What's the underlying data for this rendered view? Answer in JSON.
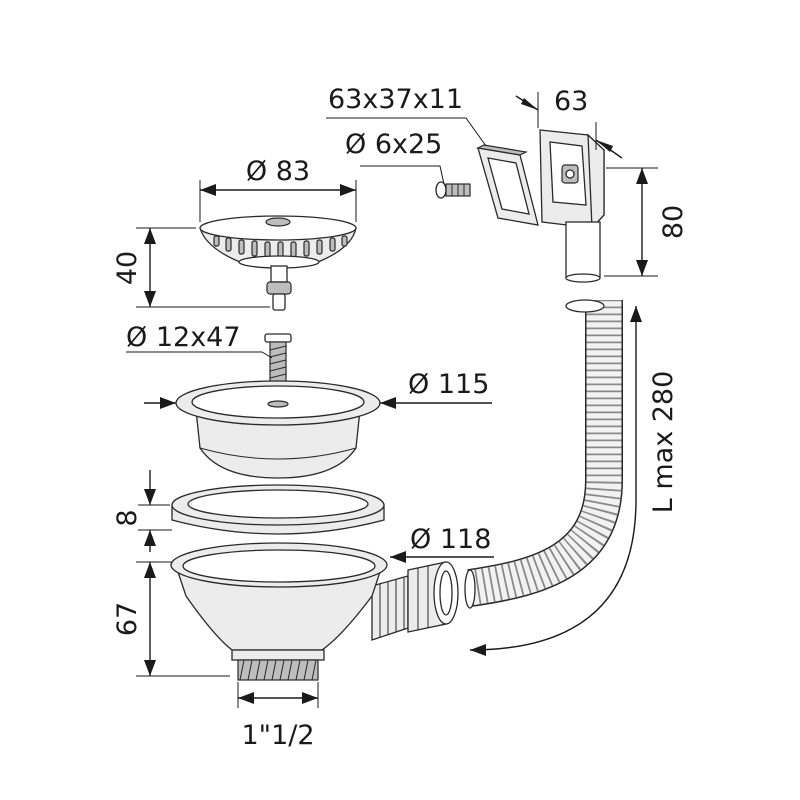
{
  "labels": {
    "bracket_size": "63x37x11",
    "bracket_width": "63",
    "screw": "Ø 6x25",
    "overflow_height": "80",
    "basket_diameter": "Ø 83",
    "basket_height": "40",
    "bolt": "Ø 12x47",
    "flange_diameter": "Ø 115",
    "hose_length": "L max 280",
    "gasket_height": "8",
    "body_diameter": "Ø 118",
    "body_height": "67",
    "thread_size": "1\"1/2"
  }
}
